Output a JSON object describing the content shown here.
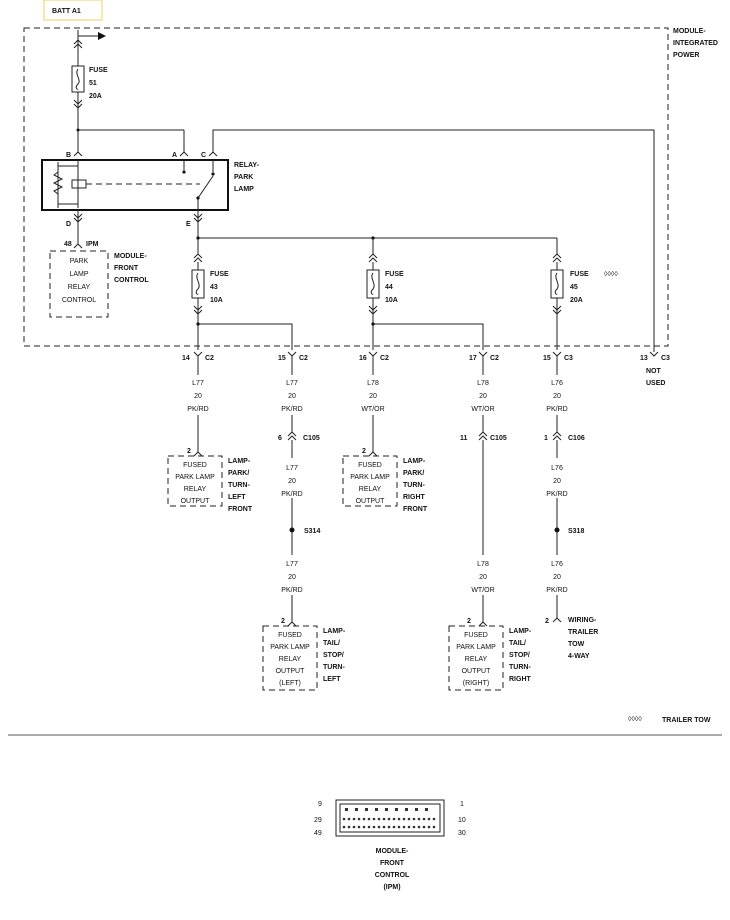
{
  "batt": "BATT A1",
  "module_ipm": [
    "MODULE-",
    "INTEGRATED",
    "POWER"
  ],
  "fuse51": {
    "label": "FUSE",
    "num": "51",
    "amps": "20A"
  },
  "relay": {
    "pin_b": "B",
    "pin_a": "A",
    "pin_c": "C",
    "pin_d": "D",
    "pin_e": "E",
    "label": [
      "RELAY-",
      "PARK",
      "LAMP"
    ]
  },
  "ipm48": {
    "pin": "48",
    "conn": "IPM"
  },
  "fcm_box": [
    "PARK",
    "LAMP",
    "RELAY",
    "CONTROL"
  ],
  "fcm_label": [
    "MODULE-",
    "FRONT",
    "CONTROL"
  ],
  "fuse43": {
    "label": "FUSE",
    "num": "43",
    "amps": "10A"
  },
  "fuse44": {
    "label": "FUSE",
    "num": "44",
    "amps": "10A"
  },
  "fuse45": {
    "label": "FUSE",
    "num": "45",
    "amps": "20A",
    "symbol": "◊◊◊◊"
  },
  "conns": [
    {
      "pin": "14",
      "conn": "C2"
    },
    {
      "pin": "15",
      "conn": "C2"
    },
    {
      "pin": "16",
      "conn": "C2"
    },
    {
      "pin": "17",
      "conn": "C2"
    },
    {
      "pin": "15",
      "conn": "C3"
    },
    {
      "pin": "13",
      "conn": "C3"
    }
  ],
  "not_used": [
    "NOT",
    "USED"
  ],
  "wires_top": [
    {
      "circuit": "L77",
      "gauge": "20",
      "color": "PK/RD"
    },
    {
      "circuit": "L77",
      "gauge": "20",
      "color": "PK/RD"
    },
    {
      "circuit": "L78",
      "gauge": "20",
      "color": "WT/OR"
    },
    {
      "circuit": "L78",
      "gauge": "20",
      "color": "WT/OR"
    },
    {
      "circuit": "L76",
      "gauge": "20",
      "color": "PK/RD"
    }
  ],
  "c105_left": {
    "pin": "6",
    "conn": "C105"
  },
  "c105_right": {
    "pin": "11",
    "conn": "C105"
  },
  "c106": {
    "pin": "1",
    "conn": "C106"
  },
  "wires_mid": [
    {
      "circuit": "L77",
      "gauge": "20",
      "color": "PK/RD"
    },
    {
      "circuit": "L76",
      "gauge": "20",
      "color": "PK/RD"
    }
  ],
  "s314": "S314",
  "s318": "S318",
  "wires_low": [
    {
      "circuit": "L77",
      "gauge": "20",
      "color": "PK/RD"
    },
    {
      "circuit": "L78",
      "gauge": "20",
      "color": "WT/OR"
    },
    {
      "circuit": "L76",
      "gauge": "20",
      "color": "PK/RD"
    }
  ],
  "lamp_lf": {
    "pin": "2",
    "box": [
      "FUSED",
      "PARK LAMP",
      "RELAY",
      "OUTPUT"
    ],
    "label": [
      "LAMP-",
      "PARK/",
      "TURN-",
      "LEFT",
      "FRONT"
    ]
  },
  "lamp_rf": {
    "pin": "2",
    "box": [
      "FUSED",
      "PARK LAMP",
      "RELAY",
      "OUTPUT"
    ],
    "label": [
      "LAMP-",
      "PARK/",
      "TURN-",
      "RIGHT",
      "FRONT"
    ]
  },
  "lamp_lt": {
    "pin": "2",
    "box": [
      "FUSED",
      "PARK LAMP",
      "RELAY",
      "OUTPUT",
      "(LEFT)"
    ],
    "label": [
      "LAMP-",
      "TAIL/",
      "STOP/",
      "TURN-",
      "LEFT"
    ]
  },
  "lamp_rt": {
    "pin": "2",
    "box": [
      "FUSED",
      "PARK LAMP",
      "RELAY",
      "OUTPUT",
      "(RIGHT)"
    ],
    "label": [
      "LAMP-",
      "TAIL/",
      "STOP/",
      "TURN-",
      "RIGHT"
    ]
  },
  "trailer": {
    "pin": "2",
    "label": [
      "WIRING-",
      "TRAILER",
      "TOW",
      "4-WAY"
    ]
  },
  "legend": {
    "symbol": "◊◊◊◊",
    "text": "TRAILER TOW"
  },
  "connector": {
    "pin_9": "9",
    "pin_1": "1",
    "pin_29": "29",
    "pin_10": "10",
    "pin_49": "49",
    "pin_30": "30",
    "label": [
      "MODULE-",
      "FRONT",
      "CONTROL",
      "(IPM)"
    ]
  }
}
